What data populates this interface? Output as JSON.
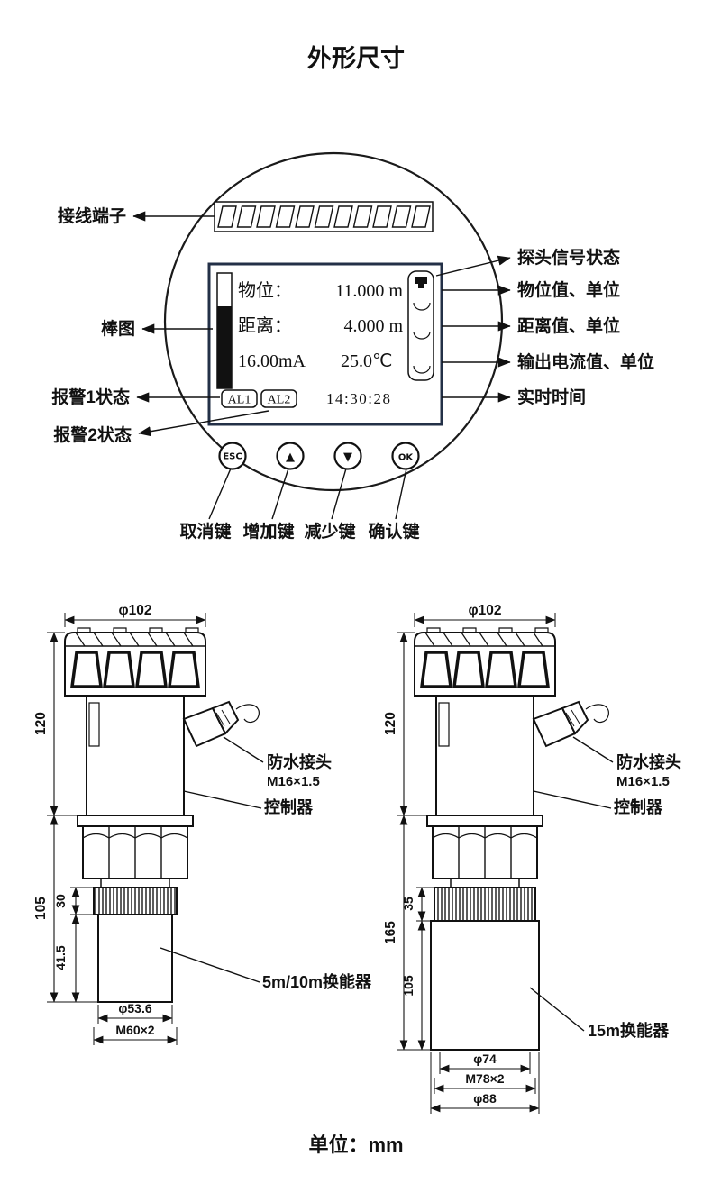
{
  "title": "外形尺寸",
  "unit_note": "单位：mm",
  "colors": {
    "ink": "#111111",
    "screen_border": "#233047"
  },
  "icons": {
    "probe_signal": "probe-icon",
    "signal_strength": "arc-wave-icon",
    "up_key": "up-triangle-icon",
    "down_key": "down-triangle-icon"
  },
  "panel": {
    "callouts_left": {
      "terminal": "接线端子",
      "bargraph": "棒图",
      "alarm1": "报警1状态",
      "alarm2": "报警2状态"
    },
    "callouts_right": {
      "signal": "探头信号状态",
      "level": "物位值、单位",
      "distance": "距离值、单位",
      "current": "输出电流值、单位",
      "time": "实时时间"
    },
    "screen": {
      "level_label": "物位：",
      "level_value": "11.000 m",
      "distance_label": "距离：",
      "distance_value": "4.000 m",
      "current_value": "16.00mA",
      "temperature_value": "25.0℃",
      "alarm1_badge": "AL1",
      "alarm2_badge": "AL2",
      "time_value": "14:30:28"
    },
    "buttons": {
      "esc": "ESC",
      "up": "▲",
      "down": "▼",
      "ok": "OK"
    },
    "button_callouts": {
      "esc": "取消键",
      "up": "增加键",
      "down": "减少键",
      "ok": "确认键"
    }
  },
  "left_drawing": {
    "dia_cap": "φ102",
    "h_controller": "120",
    "h_lower": "105",
    "h_thread_ring": "30",
    "h_transducer": "41.5",
    "dia_transducer": "φ53.6",
    "thread": "M60×2",
    "gland_label": "防水接头",
    "gland_thread": "M16×1.5",
    "controller_label": "控制器",
    "transducer_label": "5m/10m换能器"
  },
  "right_drawing": {
    "dia_cap": "φ102",
    "h_controller": "120",
    "h_lower": "165",
    "h_thread_ring": "35",
    "h_transducer": "105",
    "dia_inner": "φ74",
    "thread": "M78×2",
    "dia_outer": "φ88",
    "gland_label": "防水接头",
    "gland_thread": "M16×1.5",
    "controller_label": "控制器",
    "transducer_label": "15m换能器"
  }
}
